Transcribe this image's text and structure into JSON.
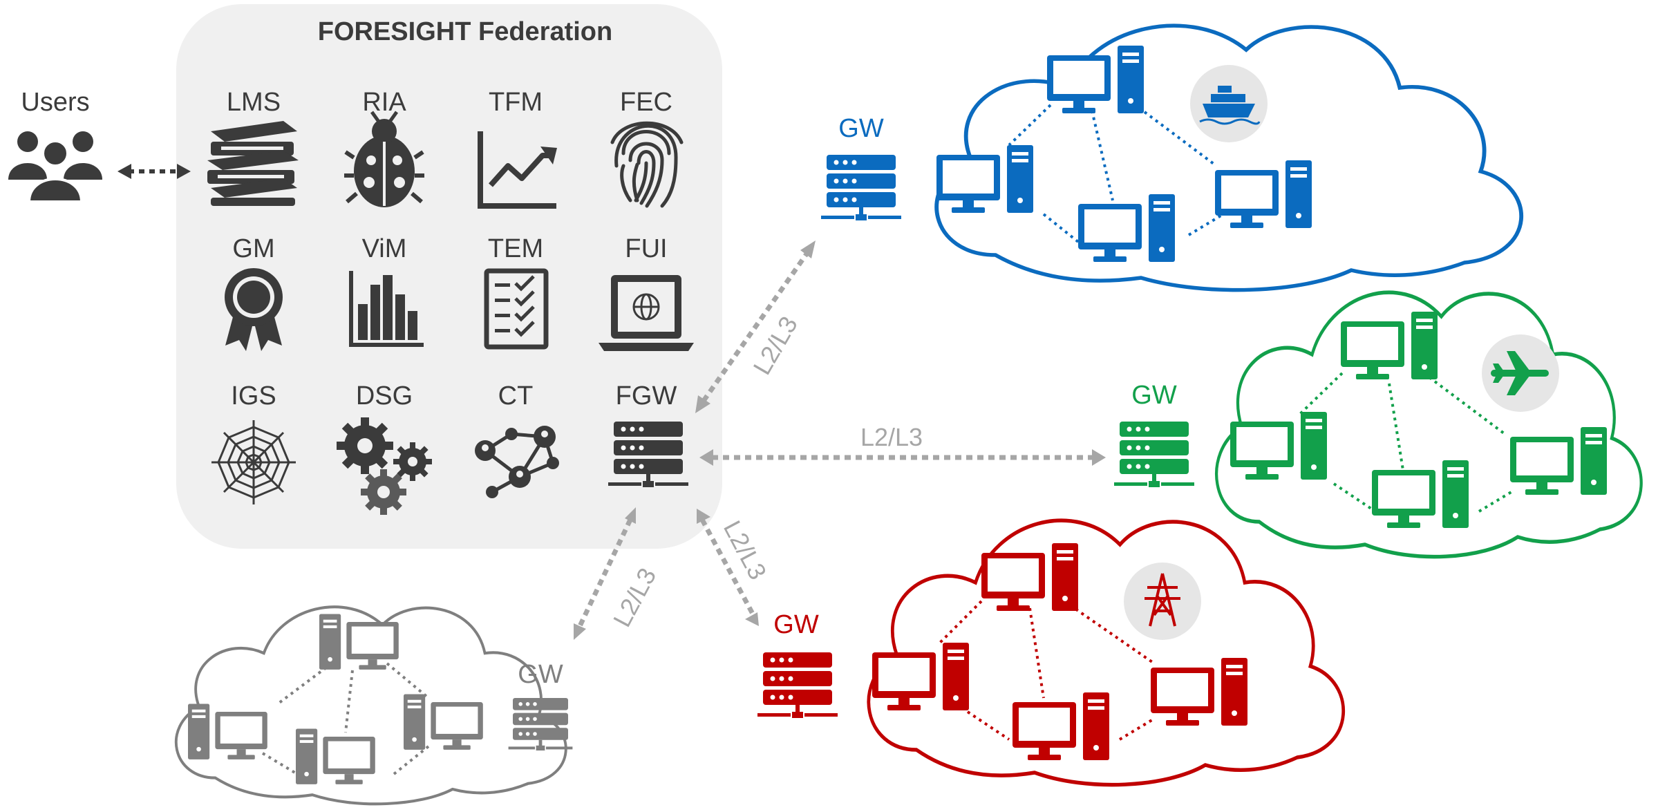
{
  "colors": {
    "panel_bg": "#f0f0f0",
    "icon_dark": "#3b3b3b",
    "link_gray": "#a6a6a6",
    "gray_network": "#7f7f7f",
    "blue_network": "#0b6bbf",
    "green_network": "#12a04b",
    "red_network": "#c00000"
  },
  "federation": {
    "title": "FORESIGHT Federation",
    "modules": [
      {
        "label": "LMS",
        "icon": "books-icon"
      },
      {
        "label": "RIA",
        "icon": "ladybug-icon"
      },
      {
        "label": "TFM",
        "icon": "trend-chart-icon"
      },
      {
        "label": "FEC",
        "icon": "fingerprint-icon"
      },
      {
        "label": "GM",
        "icon": "award-ribbon-icon"
      },
      {
        "label": "ViM",
        "icon": "bar-chart-icon"
      },
      {
        "label": "TEM",
        "icon": "checklist-icon"
      },
      {
        "label": "FUI",
        "icon": "laptop-globe-icon"
      },
      {
        "label": "IGS",
        "icon": "spider-web-icon"
      },
      {
        "label": "DSG",
        "icon": "gears-icon"
      },
      {
        "label": "CT",
        "icon": "collaboration-network-icon"
      },
      {
        "label": "FGW",
        "icon": "gateway-server-icon"
      }
    ]
  },
  "users": {
    "label": "Users",
    "icon": "users-group-icon"
  },
  "networks": {
    "blue": {
      "gateway_label": "GW",
      "domain_icon": "ship-icon",
      "link_label": "L2/L3"
    },
    "green": {
      "gateway_label": "GW",
      "domain_icon": "airplane-icon",
      "link_label": "L2/L3"
    },
    "red": {
      "gateway_label": "GW",
      "domain_icon": "power-tower-icon",
      "link_label": "L2/L3"
    },
    "gray": {
      "gateway_label": "GW",
      "link_label": "L2/L3"
    }
  }
}
